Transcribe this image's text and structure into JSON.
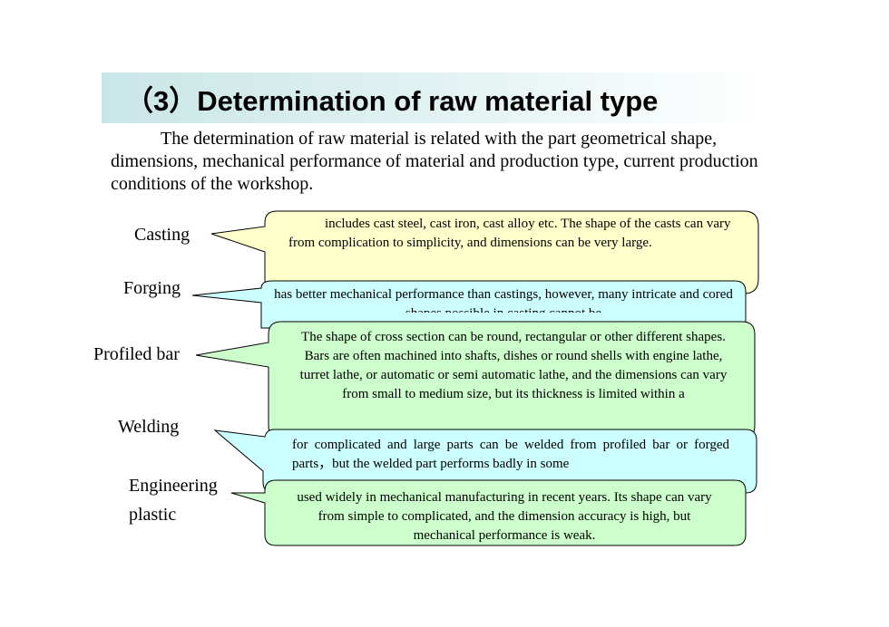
{
  "title": "（3）Determination of raw material type",
  "intro": "The determination of raw material is related with the part geometrical shape, dimensions, mechanical performance of material and production type, current production conditions of the workshop.",
  "items": [
    {
      "label": "Casting",
      "text": "includes cast steel, cast iron, cast alloy etc. The shape of the casts can vary from complication to simplicity, and dimensions can be very large.",
      "color": "#ffffcc"
    },
    {
      "label": "Forging",
      "text": "has better mechanical performance than castings, however, many intricate and cored shapes possible in casting cannot be",
      "color": "#ccffff"
    },
    {
      "label": "Profiled bar",
      "text": "The shape of cross section can be round, rectangular or other different shapes. Bars are often machined into shafts, dishes or round shells with engine lathe, turret lathe, or automatic or semi automatic lathe, and the dimensions can vary from small to medium size, but its thickness is limited within a",
      "color": "#ccffcc"
    },
    {
      "label": "Welding",
      "text": "for complicated and large parts can be welded from profiled bar or forged parts，but the welded part performs badly in some",
      "color": "#ccffff"
    },
    {
      "label_line1": "Engineering",
      "label_line2": "plastic",
      "text": "used widely in mechanical manufacturing in recent years. Its shape can vary from simple to complicated, and the dimension accuracy is high, but mechanical performance is weak.",
      "color": "#ccffcc"
    }
  ]
}
